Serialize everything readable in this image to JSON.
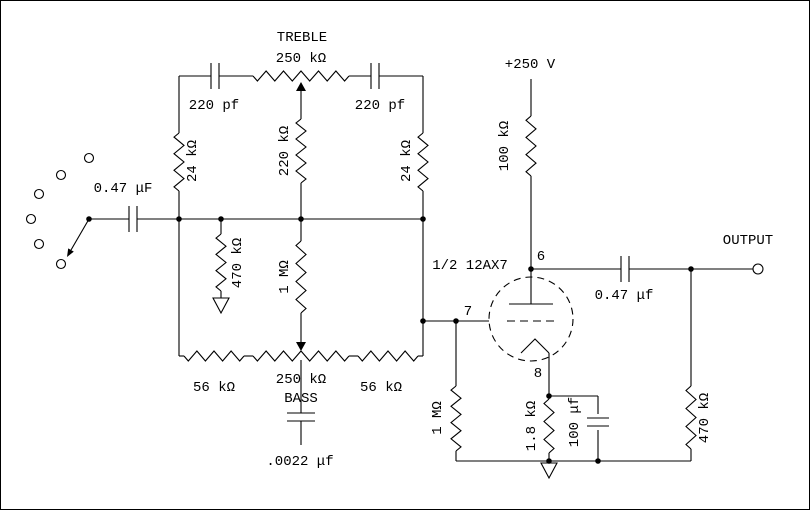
{
  "schematic": {
    "tone_stack": {
      "treble_label": "TREBLE",
      "treble_pot": "250 kΩ",
      "treble_cap_left": "220 pf",
      "treble_cap_right": "220 pf",
      "input_cap": "0.47 μF",
      "res_24k_left": "24 kΩ",
      "res_220k": "220 kΩ",
      "res_24k_right": "24 kΩ",
      "res_470k_input": "470 kΩ",
      "res_1m_mid": "1 MΩ",
      "res_56k_left": "56 kΩ",
      "bass_pot": "250 kΩ",
      "bass_label": "BASS",
      "res_56k_right": "56 kΩ",
      "bass_cap": ".0022 μf"
    },
    "amp": {
      "supply": "+250 V",
      "plate_res": "100 kΩ",
      "tube_label": "1/2 12AX7",
      "pin_plate": "6",
      "pin_grid": "7",
      "pin_cathode": "8",
      "output_cap": "0.47 μf",
      "output_label": "OUTPUT",
      "grid_res": "1 MΩ",
      "cathode_res": "1.8 kΩ",
      "cathode_cap": "100 μf",
      "load_res": "470 kΩ"
    }
  }
}
